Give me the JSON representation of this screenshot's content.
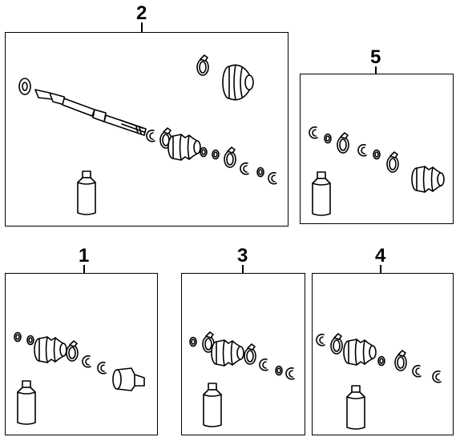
{
  "diagram": {
    "callouts": [
      {
        "id": "2",
        "label": "2"
      },
      {
        "id": "5",
        "label": "5"
      },
      {
        "id": "1",
        "label": "1"
      },
      {
        "id": "3",
        "label": "3"
      },
      {
        "id": "4",
        "label": "4"
      }
    ],
    "colors": {
      "ink": "#000000",
      "background": "#ffffff"
    },
    "icons": [
      "axle-shaft-icon",
      "cv-boot-icon",
      "boot-clamp-icon",
      "snap-ring-icon",
      "grease-bottle-icon",
      "cv-joint-housing-icon"
    ]
  }
}
